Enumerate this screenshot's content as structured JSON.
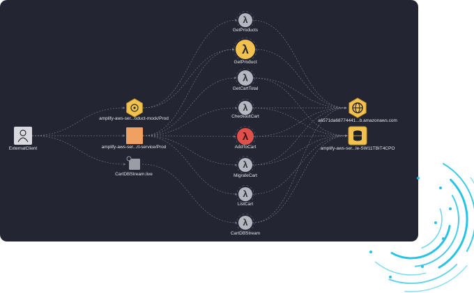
{
  "diagram": {
    "nodes": [
      {
        "id": "client",
        "label": "ExternalClient",
        "kind": "client-icon"
      },
      {
        "id": "api_mock",
        "label": "amplify-aws-ser...oduct-mock/Prod",
        "kind": "api-gateway-icon"
      },
      {
        "id": "api_cart",
        "label": "amplify-aws-ser...rt-service/Prod",
        "kind": "api-stage-icon"
      },
      {
        "id": "stream",
        "label": "CartDBStream.live",
        "kind": "stream-icon"
      },
      {
        "id": "get_products",
        "label": "GetProducts",
        "kind": "lambda-icon"
      },
      {
        "id": "get_product",
        "label": "GetProduct",
        "kind": "lambda-icon"
      },
      {
        "id": "get_cart_total",
        "label": "GetCartTotal",
        "kind": "lambda-icon"
      },
      {
        "id": "checkout_cart",
        "label": "CheckoutCart",
        "kind": "lambda-icon"
      },
      {
        "id": "add_to_cart",
        "label": "AddToCart",
        "kind": "lambda-icon"
      },
      {
        "id": "migrate_cart",
        "label": "MigrateCart",
        "kind": "lambda-icon"
      },
      {
        "id": "list_cart",
        "label": "ListCart",
        "kind": "lambda-icon"
      },
      {
        "id": "cart_db_stream",
        "label": "CartDBStream",
        "kind": "lambda-icon"
      },
      {
        "id": "remote_api",
        "label": "a6571da68774441...b.amazonaws.com",
        "kind": "globe-icon"
      },
      {
        "id": "dynamo",
        "label": "amplify-aws-ser...le-SW11TBIT4CPO",
        "kind": "database-icon"
      }
    ],
    "edges": [
      [
        "client",
        "api_mock"
      ],
      [
        "client",
        "api_cart"
      ],
      [
        "client",
        "stream"
      ],
      [
        "api_mock",
        "get_products"
      ],
      [
        "api_mock",
        "get_product"
      ],
      [
        "api_cart",
        "get_cart_total"
      ],
      [
        "api_cart",
        "checkout_cart"
      ],
      [
        "api_cart",
        "add_to_cart"
      ],
      [
        "api_cart",
        "migrate_cart"
      ],
      [
        "api_cart",
        "list_cart"
      ],
      [
        "api_cart",
        "get_product"
      ],
      [
        "stream",
        "cart_db_stream"
      ],
      [
        "get_products",
        "remote_api"
      ],
      [
        "get_product",
        "remote_api"
      ],
      [
        "get_cart_total",
        "dynamo"
      ],
      [
        "get_cart_total",
        "remote_api"
      ],
      [
        "checkout_cart",
        "dynamo"
      ],
      [
        "checkout_cart",
        "remote_api"
      ],
      [
        "add_to_cart",
        "dynamo"
      ],
      [
        "migrate_cart",
        "dynamo"
      ],
      [
        "list_cart",
        "dynamo"
      ],
      [
        "cart_db_stream",
        "dynamo"
      ],
      [
        "cart_db_stream",
        "remote_api"
      ],
      [
        "migrate_cart",
        "remote_api"
      ],
      [
        "add_to_cart",
        "remote_api"
      ]
    ],
    "colors": {
      "background": "#232632",
      "edge": "#8a8f9c",
      "lambda_default": "#b4b7bf",
      "lambda_ok": "#f2c14e",
      "lambda_error": "#e0504a",
      "api_stage": "#f0a060",
      "resource": "#f2c14e",
      "label": "#e4e6ec",
      "decor": "#27c3e6"
    },
    "lambda_states": {
      "get_product": "ok",
      "add_to_cart": "error"
    }
  }
}
